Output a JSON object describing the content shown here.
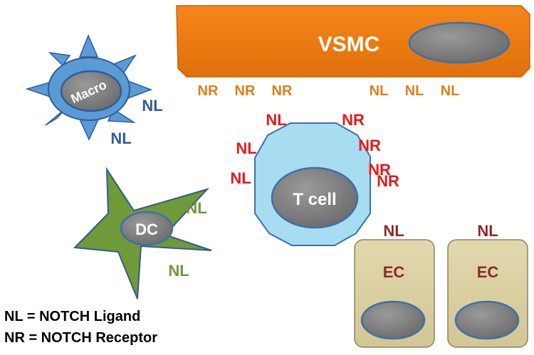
{
  "colors": {
    "vsmc": "#EE7B10",
    "macro": "#5B9BD5",
    "macro_text": "#2E5C99",
    "dc": "#6E9A3A",
    "dc_text": "#6E9A3A",
    "tcell": "#A8DCF0",
    "ec": "#D8CC9F",
    "ec_text": "#8B2A2A",
    "nucleus": "#7A7A7A",
    "red_label": "#E31B1B",
    "orange_label": "#E07E1A"
  },
  "cells": {
    "vsmc": "VSMC",
    "macro": "Macro",
    "dc": "DC",
    "tcell": "T cell",
    "ec1": "EC",
    "ec2": "EC"
  },
  "vsmc_labels": [
    "NR",
    "NR",
    "NR",
    "NL",
    "NL",
    "NL"
  ],
  "macro_labels": [
    "NL",
    "NL"
  ],
  "dc_labels": [
    "NL",
    "NL"
  ],
  "tcell_left_labels": [
    "NL",
    "NL",
    "NL"
  ],
  "tcell_right_labels": [
    "NR",
    "NR",
    "NR",
    "NR"
  ],
  "ec_labels": [
    "NL",
    "NL"
  ],
  "legend": {
    "line1": "NL = NOTCH Ligand",
    "line2": "NR = NOTCH Receptor"
  }
}
